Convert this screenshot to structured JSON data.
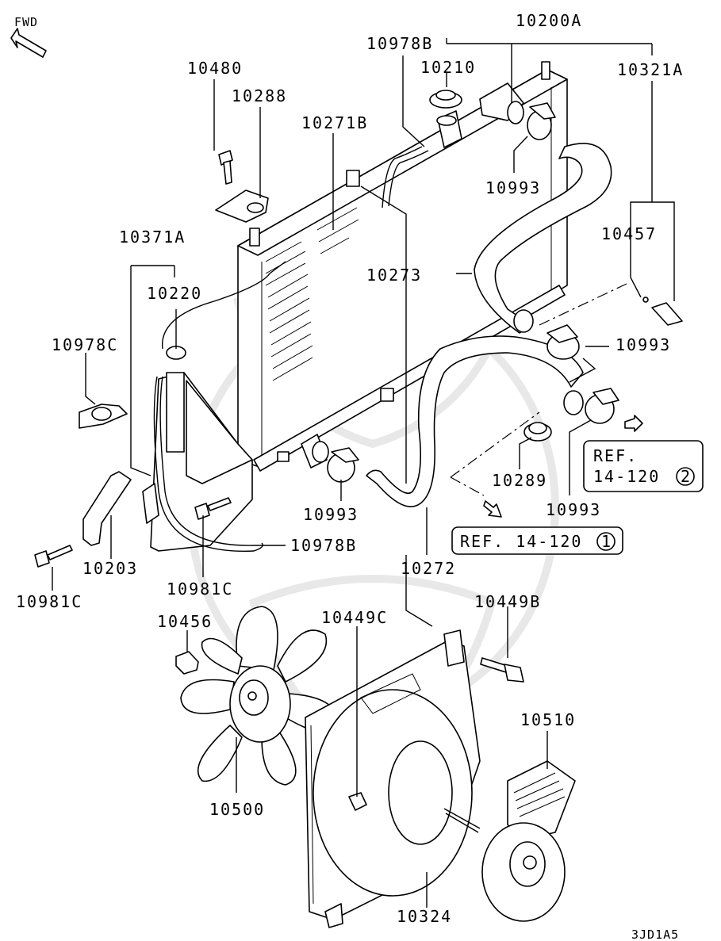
{
  "fwd_label": "FWD",
  "diagram_code": "3JD1A5",
  "labels": {
    "p10200A": "10200A",
    "p10978B_top": "10978B",
    "p10210": "10210",
    "p10321A": "10321A",
    "p10480": "10480",
    "p10288": "10288",
    "p10271B": "10271B",
    "p10993_a": "10993",
    "p10457": "10457",
    "p10371A": "10371A",
    "p10220": "10220",
    "p10273": "10273",
    "p10993_b": "10993",
    "p10978C": "10978C",
    "p10289": "10289",
    "p10993_c": "10993",
    "p10993_d": "10993",
    "p10978B_bot": "10978B",
    "p10203": "10203",
    "p10981C_a": "10981C",
    "p10981C_b": "10981C",
    "p10272": "10272",
    "p10456": "10456",
    "p10449C": "10449C",
    "p10449B": "10449B",
    "p10510": "10510",
    "p10500": "10500",
    "p10324": "10324"
  },
  "refs": {
    "ref1_text": "REF. 14-120",
    "ref1_num": "1",
    "ref2_line1": "REF.",
    "ref2_line2": "14-120",
    "ref2_num": "2"
  }
}
